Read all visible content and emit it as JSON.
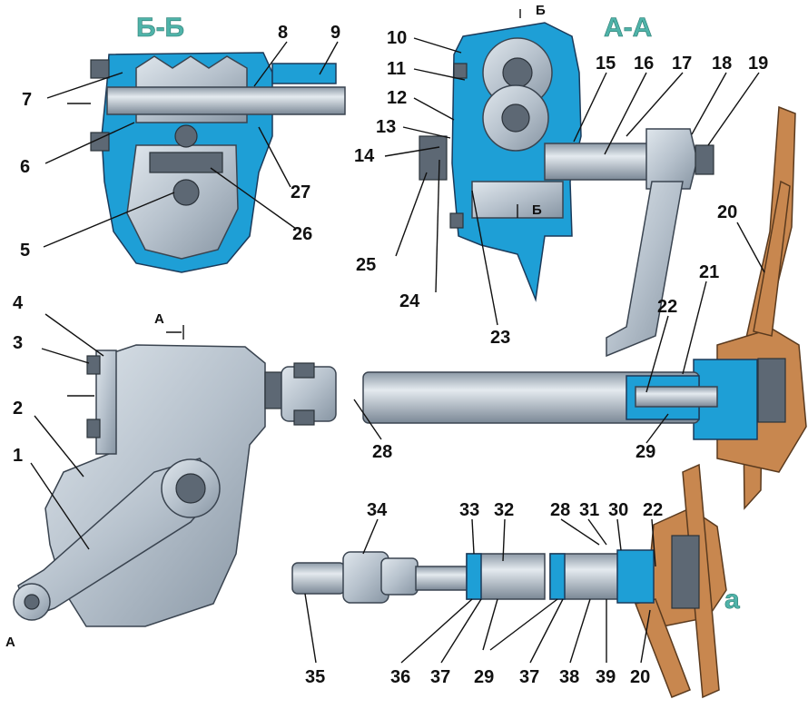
{
  "figure": {
    "section_labels": {
      "bb": "Б-Б",
      "aa": "А-А",
      "variant": "а"
    },
    "section_marks": {
      "b_top": "Б",
      "b_mid": "Б",
      "a_top": "А",
      "a_bottom": "А"
    },
    "colors": {
      "metal": "#b6c1cc",
      "cut_section": "#1e9fd6",
      "wheel": "#c8874f",
      "title": "#4fb3a9"
    }
  },
  "callouts": {
    "n1": "1",
    "n2": "2",
    "n3": "3",
    "n4": "4",
    "n5": "5",
    "n6": "6",
    "n7": "7",
    "n8": "8",
    "n9": "9",
    "n10": "10",
    "n11": "11",
    "n12": "12",
    "n13": "13",
    "n14": "14",
    "n15": "15",
    "n16": "16",
    "n17": "17",
    "n18": "18",
    "n19": "19",
    "n20a": "20",
    "n20b": "20",
    "n21": "21",
    "n22a": "22",
    "n22b": "22",
    "n23": "23",
    "n24": "24",
    "n25": "25",
    "n26": "26",
    "n27": "27",
    "n28a": "28",
    "n28b": "28",
    "n29a": "29",
    "n29b": "29",
    "n30": "30",
    "n31": "31",
    "n32": "32",
    "n33": "33",
    "n34": "34",
    "n35": "35",
    "n36": "36",
    "n37a": "37",
    "n37b": "37",
    "n38": "38",
    "n39": "39"
  }
}
